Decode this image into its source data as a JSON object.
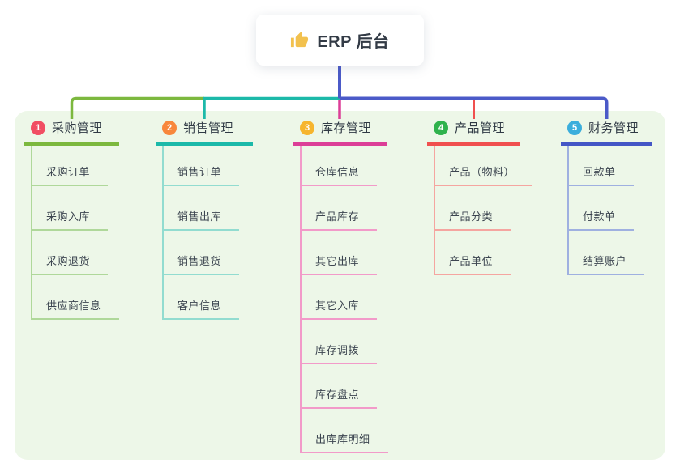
{
  "root": {
    "title": "ERP 后台",
    "icon": "thumbs-up-icon",
    "icon_color": "#F2C14E"
  },
  "canvas": {
    "background": "#FFFFFF",
    "panel_background": "#EDF7E8",
    "stem_color": "#4B5AC8"
  },
  "branches": [
    {
      "index": "1",
      "title": "采购管理",
      "badge_color": "#F14E63",
      "line_color": "#7CB83E",
      "child_line_color": "#AFD89A",
      "children": [
        "采购订单",
        "采购入库",
        "采购退货",
        "供应商信息"
      ]
    },
    {
      "index": "2",
      "title": "销售管理",
      "badge_color": "#F8873C",
      "line_color": "#1CB9A9",
      "child_line_color": "#92DCD0",
      "children": [
        "销售订单",
        "销售出库",
        "销售退货",
        "客户信息"
      ]
    },
    {
      "index": "3",
      "title": "库存管理",
      "badge_color": "#F6B52E",
      "line_color": "#DC3E97",
      "child_line_color": "#F29AC9",
      "children": [
        "仓库信息",
        "产品库存",
        "其它出库",
        "其它入库",
        "库存调拨",
        "库存盘点",
        "出库库明细"
      ]
    },
    {
      "index": "4",
      "title": "产品管理",
      "badge_color": "#2FB24C",
      "line_color": "#F0504F",
      "child_line_color": "#F5A5A0",
      "children": [
        "产品（物料）",
        "产品分类",
        "产品单位"
      ]
    },
    {
      "index": "5",
      "title": "财务管理",
      "badge_color": "#3BAEDC",
      "line_color": "#4456C6",
      "child_line_color": "#9FB0E0",
      "children": [
        "回款单",
        "付款单",
        "结算账户"
      ]
    }
  ]
}
